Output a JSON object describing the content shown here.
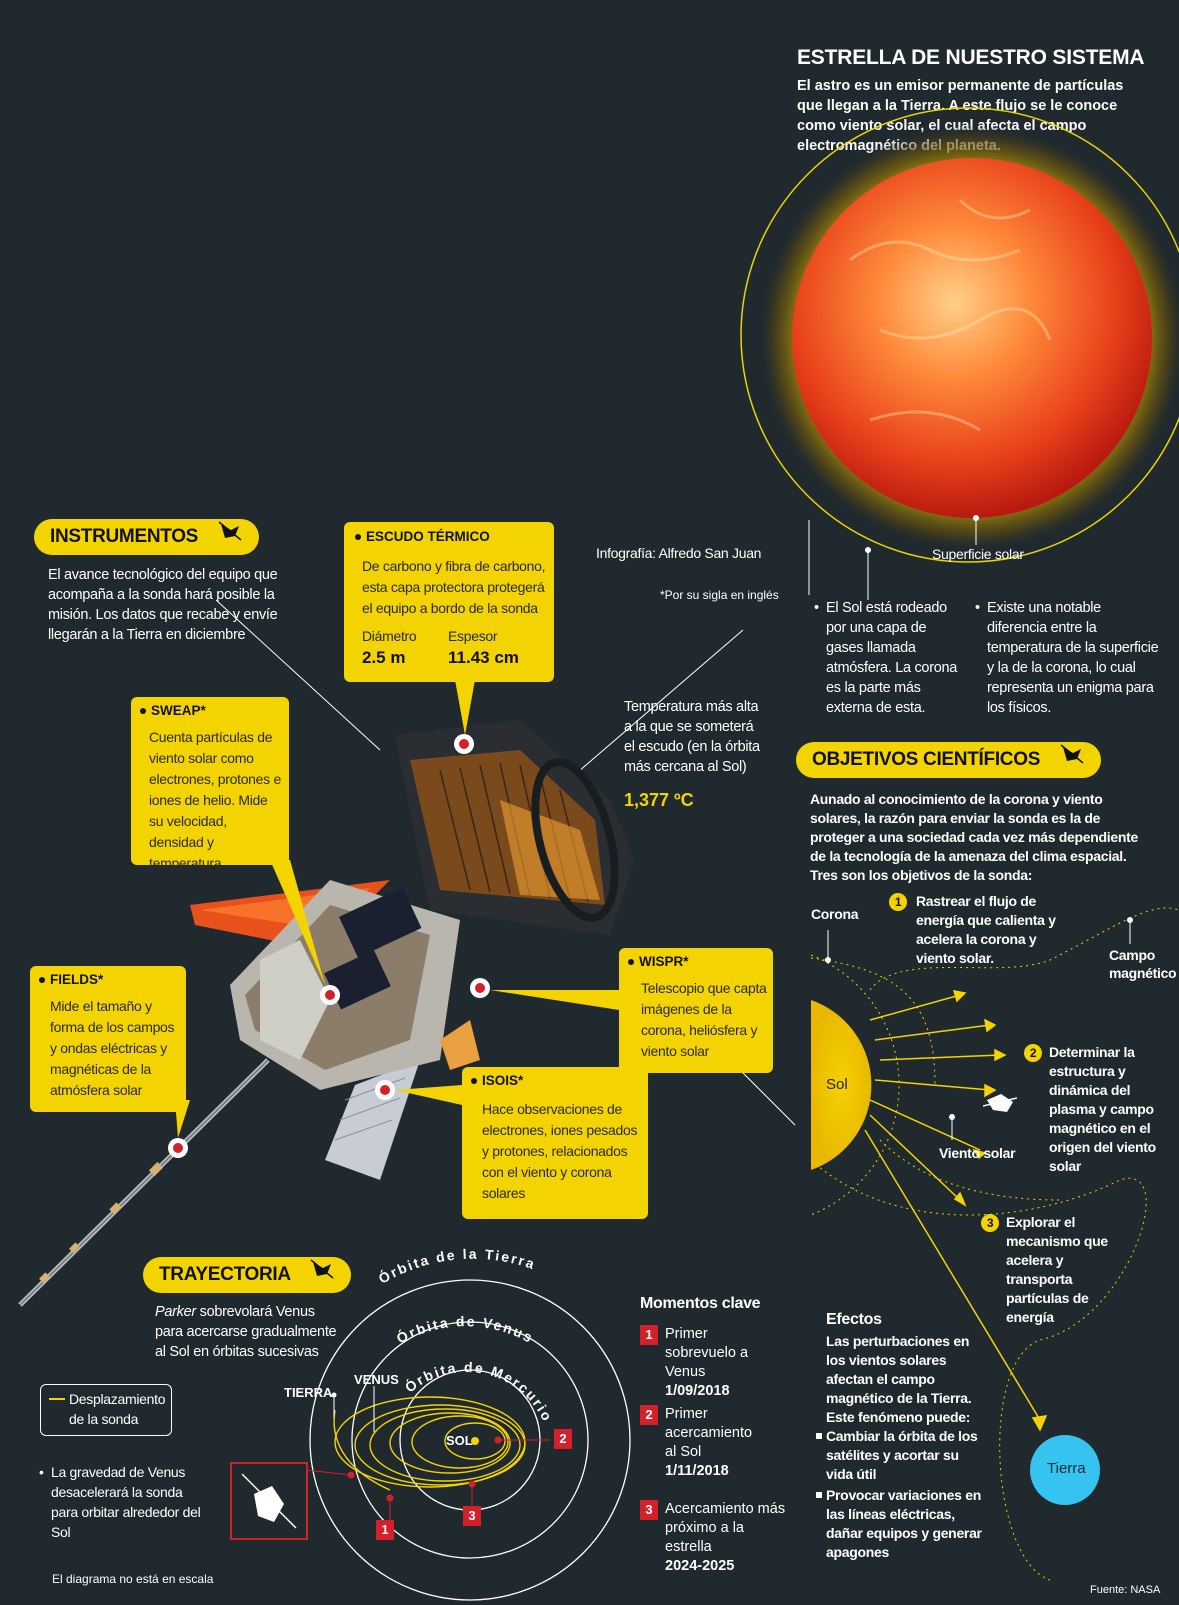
{
  "title": "ESTRELLA DE NUESTRO SISTEMA",
  "intro": "El astro es un emisor permanente de partículas que llegan a la Tierra. A este flujo se le conoce como viento solar, el cual afecta el campo electromagnético del planeta.",
  "sun_label": "Superficie solar",
  "sun_facts": [
    "El Sol está rodeado por una capa de gases llamada atmósfera. La corona es la parte más externa de esta.",
    "Existe una notable diferencia entre la temperatura de la superficie y la de la corona, lo cual representa un enigma para los físicos."
  ],
  "credit": "Infografía: Alfredo San Juan",
  "acronym_note": "*Por su sigla en inglés",
  "instrumentos": {
    "label": "INSTRUMENTOS",
    "text": "El avance tecnológico del equipo que acompaña a la sonda hará posible la misión. Los datos que recabe y envíe llegarán a la Tierra en diciembre"
  },
  "escudo": {
    "label": "ESCUDO TÉRMICO",
    "text": "De carbono y fibra de carbono, esta capa protectora protegerá el equipo a bordo de la sonda",
    "diam_label": "Diámetro",
    "diam_value": "2.5 m",
    "esp_label": "Espesor",
    "esp_value": "11.43 cm"
  },
  "temperature": {
    "text": "Temperatura más alta a la que se someterá el escudo (en la órbita más cercana al Sol)",
    "value": "1,377 ºC"
  },
  "sweap": {
    "label": "SWEAP*",
    "text": "Cuenta partículas de viento solar como electrones, protones e iones de helio. Mide su velocidad, densidad y temperatura"
  },
  "fields": {
    "label": "FIELDS*",
    "text": "Mide el tamaño y forma de los campos y ondas eléctricas y magnéticas de la atmósfera solar"
  },
  "wispr": {
    "label": "WISPR*",
    "text": "Telescopio que capta imágenes de la corona, heliósfera y viento solar"
  },
  "isois": {
    "label": "ISOIS*",
    "text": "Hace observaciones de electrones, iones pesados y protones, relacionados con el viento y corona solares"
  },
  "objetivos": {
    "label": "OBJETIVOS CIENTÍFICOS",
    "intro": "Aunado al conocimiento de la corona y viento solares, la razón para enviar la sonda es la de proteger a una sociedad cada vez más dependiente de la tecnología de la amenaza del clima espacial. Tres son los objetivos de la sonda:",
    "items": [
      {
        "n": "1",
        "text": "Rastrear el flujo de energía que calienta y acelera la corona y viento solar."
      },
      {
        "n": "2",
        "text": "Determinar la estructura y dinámica del plasma y campo magnético en el origen del viento solar"
      },
      {
        "n": "3",
        "text": "Explorar el mecanismo que acelera y transporta partículas de energía"
      }
    ],
    "corona": "Corona",
    "campo": "Campo magnético",
    "sol": "Sol",
    "viento": "Viento solar",
    "tierra": "Tierra"
  },
  "efectos": {
    "title": "Efectos",
    "text": "Las perturbaciones en los vientos solares afectan el campo magnético de la Tierra. Este fenómeno puede:",
    "items": [
      "Cambiar la órbita de los satélites y acortar su vida útil",
      "Provocar variaciones en las líneas eléctricas, dañar equipos y generar apagones"
    ]
  },
  "trayectoria": {
    "label": "TRAYECTORIA",
    "text_em": "Parker",
    "text_rest": " sobrevolará Venus para acercarse gradualmente al Sol en órbitas sucesivas",
    "legend": "Desplazamiento de la sonda",
    "venus_note": "La gravedad de Venus desacelerará la sonda para orbitar alrededor del Sol",
    "orbit_tierra": "Órbita de la Tierra",
    "orbit_venus": "Órbita de Venus",
    "orbit_mercurio": "Órbita de Mercurio",
    "lbl_tierra": "TIERRA",
    "lbl_venus": "VENUS",
    "lbl_sol": "SOL",
    "scale_note": "El diagrama no está en escala"
  },
  "momentos": {
    "title": "Momentos clave",
    "items": [
      {
        "n": "1",
        "text": "Primer sobrevuelo a Venus",
        "date": "1/09/2018"
      },
      {
        "n": "2",
        "text": "Primer acercamiento al Sol",
        "date": "1/11/2018"
      },
      {
        "n": "3",
        "text": "Acercamiento más próximo a la estrella",
        "date": "2024-2025"
      }
    ]
  },
  "source": "Fuente: NASA",
  "colors": {
    "background": "#1f292e",
    "accent": "#f4d400",
    "marker": "#d4202a",
    "earth": "#35c4f0"
  }
}
